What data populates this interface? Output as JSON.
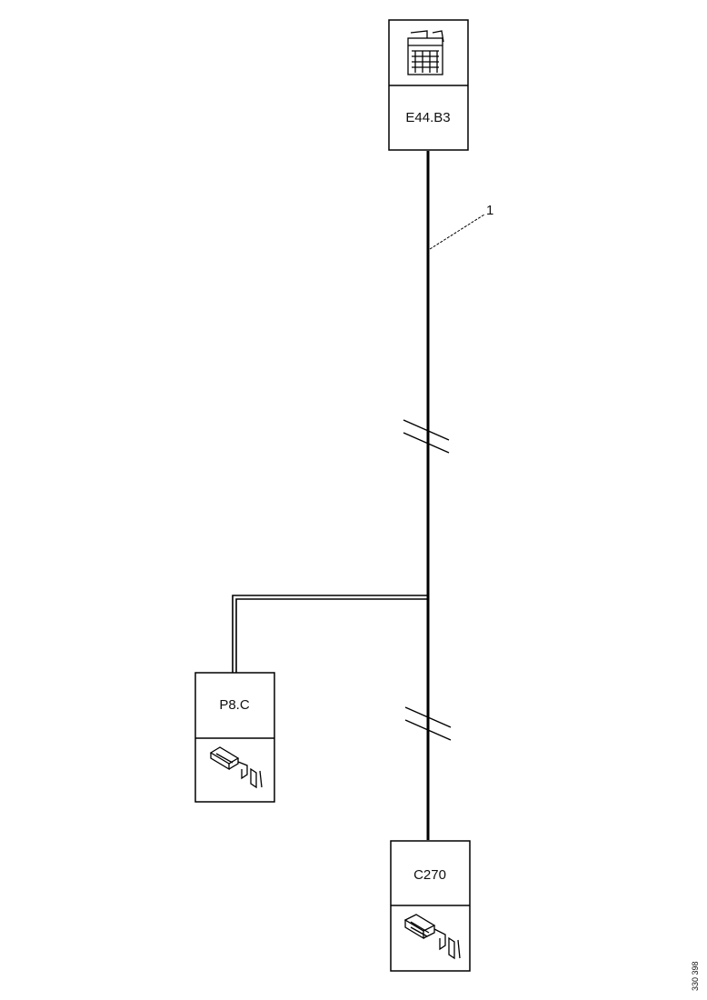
{
  "connectors": {
    "top": {
      "label": "E44.B3",
      "icon": "ecu-module-icon"
    },
    "left": {
      "label": "P8.C",
      "icon": "inline-connector-icon"
    },
    "bottom": {
      "label": "C270",
      "icon": "inline-connector-icon"
    }
  },
  "wire": {
    "callout": "1"
  },
  "figure_ref": "330 398"
}
